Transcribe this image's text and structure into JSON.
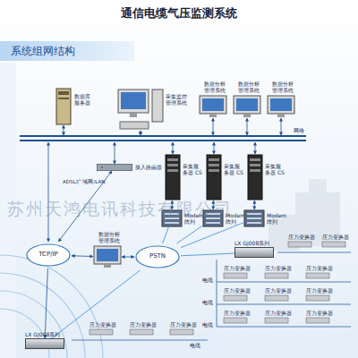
{
  "diagram": {
    "title": "通信电缆气压监测系统",
    "nodes": [
      {
        "text": [
          "系统组网结构"
        ]
      },
      {
        "text": [
          "数据库服务器"
        ]
      },
      {
        "text": [
          "采集监控管理系统"
        ]
      },
      {
        "text": [
          "数据分析管理系统"
        ]
      },
      {
        "text": [
          "数据分析管理系统"
        ]
      },
      {
        "text": [
          "数据分析管理系统"
        ]
      },
      {
        "text": [
          "网络"
        ]
      },
      {
        "text": [
          "接入路由器"
        ]
      },
      {
        "text": [
          "采集服务器 CS"
        ]
      },
      {
        "text": [
          "采集服务器 CS"
        ]
      },
      {
        "text": [
          "采集服务器 CS"
        ]
      },
      {
        "text": [
          "Modem阵列"
        ]
      },
      {
        "text": [
          "Modem阵列"
        ]
      },
      {
        "text": [
          "Modem阵列"
        ]
      },
      {
        "text": [
          "TCP/IP"
        ]
      },
      {
        "text": [
          "数据分析管理系统"
        ]
      },
      {
        "text": [
          "PSTN"
        ]
      },
      {
        "text": [
          "LX GJ008系列"
        ]
      },
      {
        "text": [
          "LX GJ008系列"
        ]
      }
    ],
    "edges": [
      {
        "from": 1,
        "to": 6,
        "arrow": "both"
      },
      {
        "from": 2,
        "to": 6,
        "arrow": "both"
      },
      {
        "from": 3,
        "to": 6,
        "arrow": "both"
      },
      {
        "from": 4,
        "to": 6,
        "arrow": "both"
      },
      {
        "from": 5,
        "to": 6,
        "arrow": "both"
      },
      {
        "from": 7,
        "to": 6,
        "arrow": "both"
      },
      {
        "from": 8,
        "to": 6,
        "arrow": "both"
      },
      {
        "from": 9,
        "to": 6,
        "arrow": "both"
      },
      {
        "from": 10,
        "to": 6,
        "arrow": "both"
      },
      {
        "from": 14,
        "to": 6,
        "arrow": "both"
      },
      {
        "from": 7,
        "to": 14,
        "arrow": "both"
      },
      {
        "from": 8,
        "to": 11,
        "arrow": "both"
      },
      {
        "from": 9,
        "to": 12,
        "arrow": "both"
      },
      {
        "from": 10,
        "to": 13,
        "arrow": "both"
      },
      {
        "from": 14,
        "to": 15,
        "arrow": "both"
      },
      {
        "from": 15,
        "to": 16,
        "arrow": "both"
      },
      {
        "from": 16,
        "to": 11,
        "arrow": "none"
      },
      {
        "from": 16,
        "to": 12,
        "arrow": "none"
      },
      {
        "from": 16,
        "to": 13,
        "arrow": "none"
      },
      {
        "from": 16,
        "to": 17,
        "arrow": "none"
      },
      {
        "from": 16,
        "to": 18,
        "arrow": "none"
      },
      {
        "from": 14,
        "to": 18,
        "arrow": "to"
      }
    ],
    "labels": [
      "ADSL/广域网/LAN",
      "苏州天鸿电讯科技有限公司",
      "压力变换器",
      "压力变换器",
      "压力变换器",
      "压力变换器",
      "压力变换器",
      "压力变换器",
      "压力变换器",
      "压力变换器",
      "压力变换器",
      "压力变换器",
      "压力变换器",
      "压力变换器",
      "压力变换器",
      "压力变换器",
      "电缆",
      "电缆",
      "电缆",
      "电缆"
    ]
  }
}
